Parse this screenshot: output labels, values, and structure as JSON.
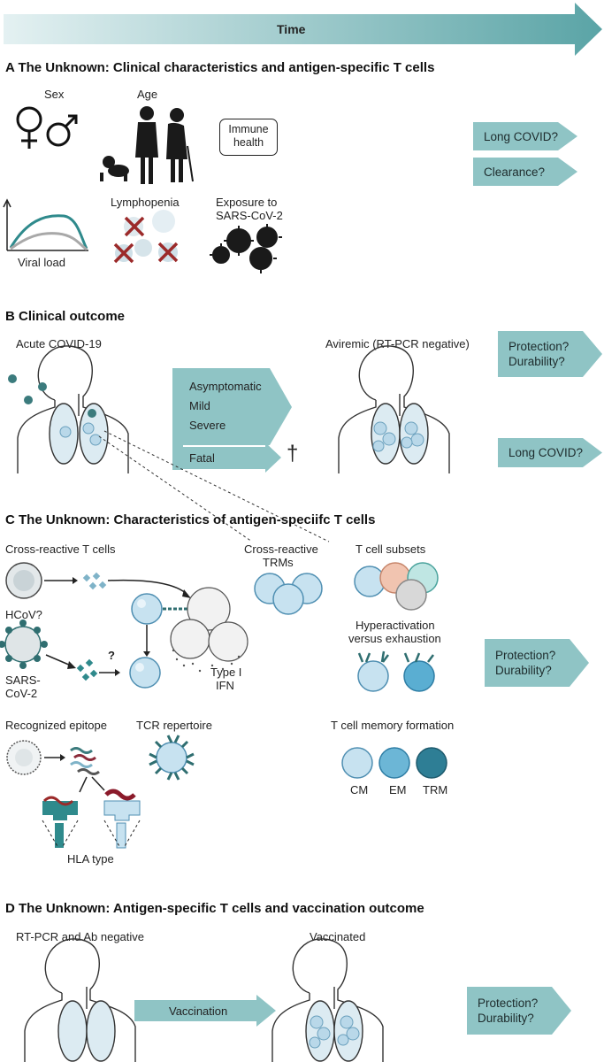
{
  "time_label": "Time",
  "section_a": {
    "title": "A  The Unknown: Clinical characteristics and antigen-specific T cells",
    "sex": "Sex",
    "age": "Age",
    "immune_health_1": "Immune",
    "immune_health_2": "health",
    "lymphopenia": "Lymphopenia",
    "exposure_1": "Exposure to",
    "exposure_2": "SARS-CoV-2",
    "viral_load": "Viral load",
    "outcome_1": "Long COVID?",
    "outcome_2": "Clearance?"
  },
  "section_b": {
    "title": "B  Clinical outcome",
    "acute": "Acute COVID-19",
    "aviremic": "Aviremic (RT-PCR negative)",
    "severity": [
      "Asymptomatic",
      "Mild",
      "Severe"
    ],
    "fatal": "Fatal",
    "fatal_symbol": "†",
    "protection": "Protection?",
    "durability": "Durability?",
    "long_covid": "Long COVID?"
  },
  "section_c": {
    "title": "C  The Unknown: Characteristics of antigen-speciifc T cells",
    "cross_reactive": "Cross-reactive T cells",
    "hcov": "HCoV?",
    "sars_1": "SARS-",
    "sars_2": "CoV-2",
    "question": "?",
    "type1_1": "Type I",
    "type1_2": "IFN",
    "trm_1": "Cross-reactive",
    "trm_2": "TRMs",
    "subsets": "T cell subsets",
    "hyper_1": "Hyperactivation",
    "hyper_2": "versus exhaustion",
    "epitope": "Recognized epitope",
    "tcr": "TCR repertoire",
    "memory": "T cell memory formation",
    "cm": "CM",
    "em": "EM",
    "trm": "TRM",
    "hla": "HLA type",
    "protection": "Protection?",
    "durability": "Durability?"
  },
  "section_d": {
    "title": "D  The Unknown: Antigen-specific T cells and vaccination outcome",
    "rtpcr": "RT-PCR and Ab negative",
    "vaccinated": "Vaccinated",
    "vaccination": "Vaccination",
    "protection": "Protection?",
    "durability": "Durability?"
  },
  "colors": {
    "teal_light": "#8fc4c5",
    "teal_dark": "#2f8a8c",
    "cell_blue": "#bfe0ee",
    "red_x": "#9b2a2a"
  }
}
